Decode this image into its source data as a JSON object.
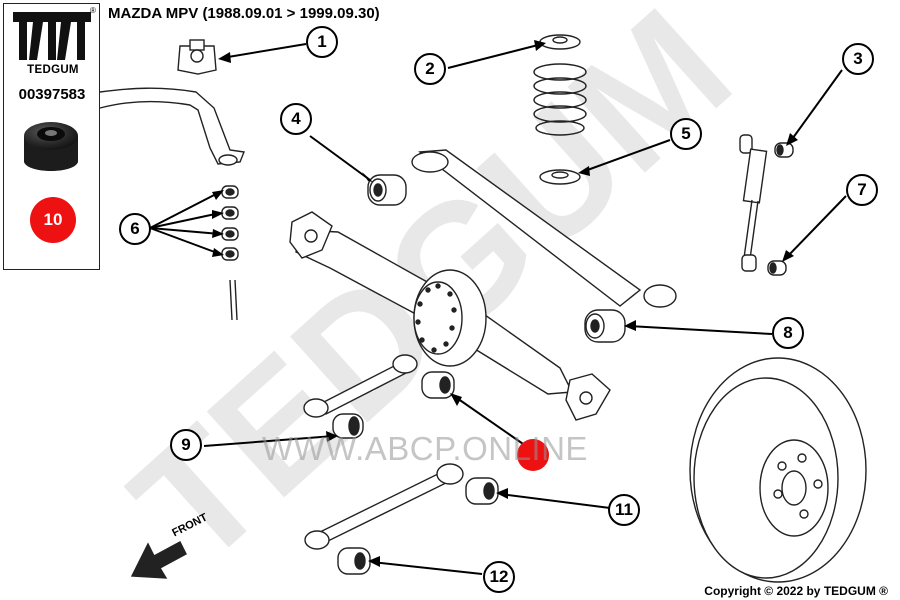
{
  "header": {
    "title": "MAZDA MPV (1988.09.01 > 1999.09.30)"
  },
  "brand_panel": {
    "brand_name": "TEDGUM",
    "registered_mark": "®",
    "part_number": "00397583",
    "highlighted_callout": "10",
    "highlight_color": "#ee1111",
    "logo": "tedgum-logo",
    "product_image": "bushing-product-photo"
  },
  "watermark": {
    "brand_text": "TEDGUM",
    "url_text": "WWW.ABCP.ONLINE"
  },
  "diagram": {
    "direction_label": "FRONT",
    "callouts": [
      "1",
      "2",
      "3",
      "4",
      "5",
      "6",
      "7",
      "8",
      "9",
      "10",
      "11",
      "12"
    ]
  },
  "footer": {
    "copyright": "Copyright © 2022 by TEDGUM ®"
  }
}
